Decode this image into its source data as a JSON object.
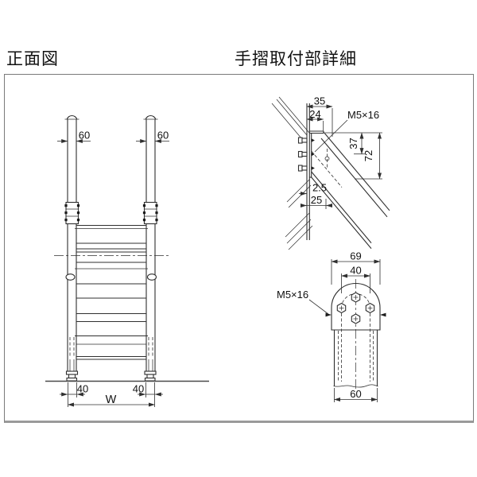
{
  "titles": {
    "front_view": "正面図",
    "detail": "手摺取付部詳細"
  },
  "front_view": {
    "dim_post_left": "60",
    "dim_post_right": "60",
    "dim_foot_left": "40",
    "dim_foot_right": "40",
    "dim_width": "W"
  },
  "detail_top": {
    "dim_35": "35",
    "dim_24": "24",
    "bolt_label": "M5×16",
    "dim_37": "37",
    "dim_72": "72",
    "dim_2_5": "2.5",
    "dim_25": "25"
  },
  "detail_bottom": {
    "dim_69": "69",
    "dim_40": "40",
    "bolt_label": "M5×16",
    "dim_60": "60"
  },
  "colors": {
    "line": "#2f2f2f",
    "panel_border": "#7a7a7a",
    "panel_border_bottom": "#9a9a9a",
    "background": "#ffffff",
    "text": "#111111"
  }
}
